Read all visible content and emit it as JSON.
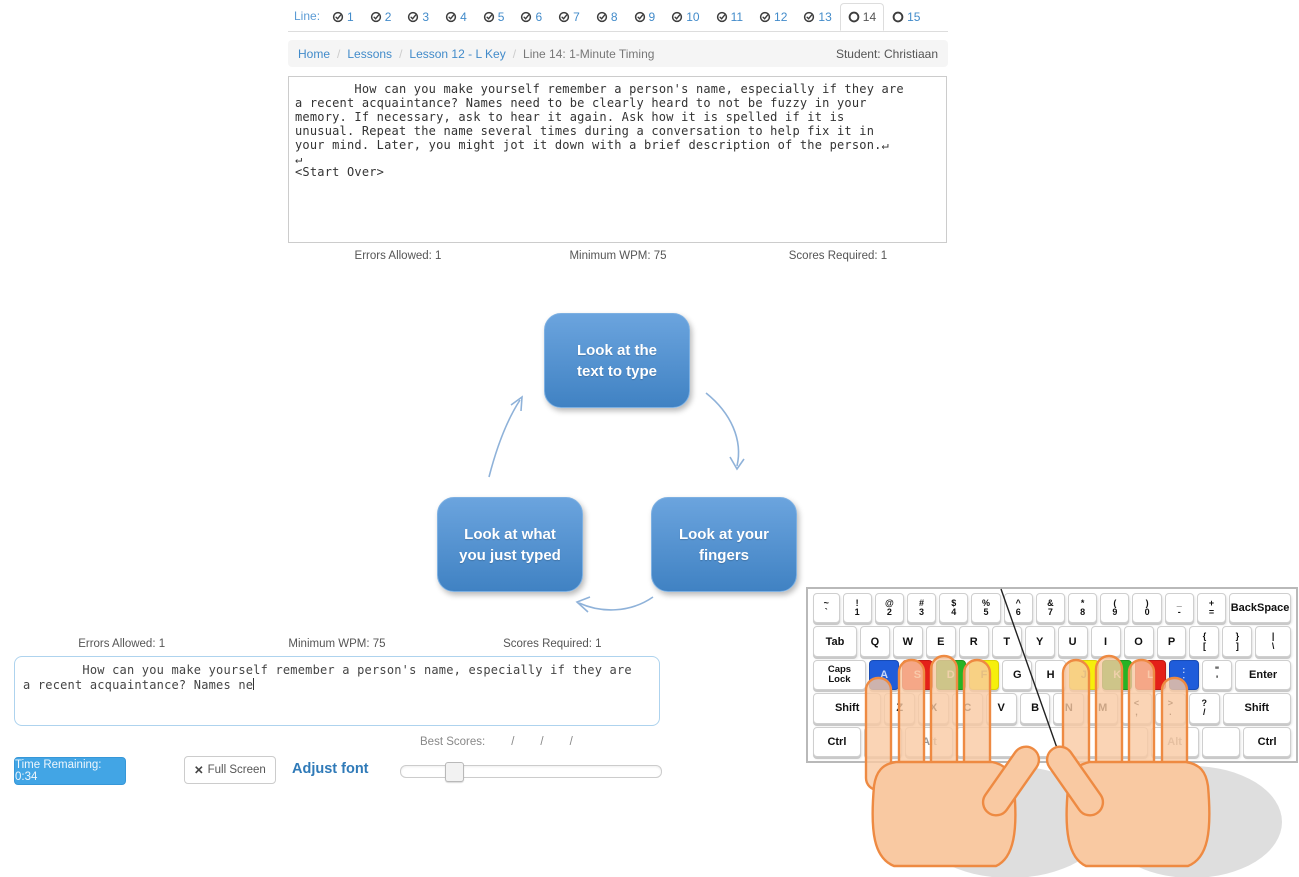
{
  "tabs": {
    "label": "Line:",
    "items": [
      {
        "num": "1",
        "state": "done"
      },
      {
        "num": "2",
        "state": "done"
      },
      {
        "num": "3",
        "state": "done"
      },
      {
        "num": "4",
        "state": "done"
      },
      {
        "num": "5",
        "state": "done"
      },
      {
        "num": "6",
        "state": "done"
      },
      {
        "num": "7",
        "state": "done"
      },
      {
        "num": "8",
        "state": "done"
      },
      {
        "num": "9",
        "state": "done"
      },
      {
        "num": "10",
        "state": "done"
      },
      {
        "num": "11",
        "state": "done"
      },
      {
        "num": "12",
        "state": "done"
      },
      {
        "num": "13",
        "state": "done"
      },
      {
        "num": "14",
        "state": "active"
      },
      {
        "num": "15",
        "state": "todo"
      }
    ]
  },
  "breadcrumb": {
    "links": [
      "Home",
      "Lessons",
      "Lesson 12 - L Key"
    ],
    "separator": "/",
    "current": "Line 14: 1-Minute Timing",
    "student": "Student: Christiaan"
  },
  "lesson": {
    "text": "        How can you make yourself remember a person's name, especially if they are\na recent acquaintance? Names need to be clearly heard to not be fuzzy in your\nmemory. If necessary, ask to hear it again. Ask how it is spelled if it is\nunusual. Repeat the name several times during a conversation to help fix it in\nyour mind. Later, you might jot it down with a brief description of the person.↵\n↵\n<Start Over>"
  },
  "stats": {
    "errors_allowed": "Errors Allowed: 1",
    "minimum_wpm": "Minimum WPM: 75",
    "scores_required": "Scores Required: 1"
  },
  "diagram": {
    "boxes": [
      {
        "line1": "Look at the",
        "line2": "text to type"
      },
      {
        "line1": "Look at what",
        "line2": "you just typed"
      },
      {
        "line1": "Look at your",
        "line2": "fingers"
      }
    ]
  },
  "practice": {
    "typed_text": "        How can you make yourself remember a person's name, especially if they are\na recent acquaintance? Names ne",
    "best_scores_label": "Best Scores:",
    "best_scores": [
      "/",
      "/",
      "/"
    ],
    "time_remaining": "Time Remaining: 0:34",
    "fullscreen_icon": "✕",
    "fullscreen_label": "Full Screen",
    "adjust_font_label": "Adjust font"
  },
  "keyboard": {
    "rows": [
      [
        {
          "top": "~",
          "bottom": "`",
          "w": 0.9,
          "name": "backtick"
        },
        {
          "top": "!",
          "bottom": "1",
          "name": "1"
        },
        {
          "top": "@",
          "bottom": "2",
          "name": "2"
        },
        {
          "top": "#",
          "bottom": "3",
          "name": "3"
        },
        {
          "top": "$",
          "bottom": "4",
          "name": "4"
        },
        {
          "top": "%",
          "bottom": "5",
          "name": "5"
        },
        {
          "top": "^",
          "bottom": "6",
          "name": "6"
        },
        {
          "top": "&",
          "bottom": "7",
          "name": "7"
        },
        {
          "top": "*",
          "bottom": "8",
          "name": "8"
        },
        {
          "top": "(",
          "bottom": "9",
          "name": "9"
        },
        {
          "top": ")",
          "bottom": "0",
          "name": "0"
        },
        {
          "top": "_",
          "bottom": "-",
          "name": "minus"
        },
        {
          "top": "+",
          "bottom": "=",
          "name": "equals"
        },
        {
          "label": "BackSpace",
          "w": 2.2,
          "name": "backspace"
        }
      ],
      [
        {
          "label": "Tab",
          "w": 1.5,
          "name": "tab"
        },
        {
          "label": "Q"
        },
        {
          "label": "W"
        },
        {
          "label": "E"
        },
        {
          "label": "R"
        },
        {
          "label": "T"
        },
        {
          "label": "Y"
        },
        {
          "label": "U"
        },
        {
          "label": "I"
        },
        {
          "label": "O"
        },
        {
          "label": "P"
        },
        {
          "top": "{",
          "bottom": "[",
          "name": "bracket-open"
        },
        {
          "top": "}",
          "bottom": "]",
          "name": "bracket-close"
        },
        {
          "top": "|",
          "bottom": "\\",
          "w": 1.2,
          "name": "backslash"
        }
      ],
      [
        {
          "lines": [
            "Caps",
            "Lock"
          ],
          "w": 1.8,
          "name": "caps-lock"
        },
        {
          "label": "A",
          "color": "blue"
        },
        {
          "label": "S",
          "color": "red"
        },
        {
          "label": "D",
          "color": "green"
        },
        {
          "label": "F",
          "color": "yellow"
        },
        {
          "label": "G"
        },
        {
          "label": "H"
        },
        {
          "label": "J",
          "color": "yellow"
        },
        {
          "label": "K",
          "color": "green"
        },
        {
          "label": "L",
          "color": "red"
        },
        {
          "top": ":",
          "bottom": ";",
          "color": "blue",
          "name": "semicolon"
        },
        {
          "top": "\"",
          "bottom": "'",
          "name": "quote"
        },
        {
          "label": "Enter",
          "w": 1.9,
          "name": "enter"
        }
      ],
      [
        {
          "label": "Shift",
          "w": 2.3,
          "name": "shift-left"
        },
        {
          "label": "Z"
        },
        {
          "label": "X"
        },
        {
          "label": "C"
        },
        {
          "label": "V"
        },
        {
          "label": "B"
        },
        {
          "label": "N"
        },
        {
          "label": "M"
        },
        {
          "top": "<",
          "bottom": ",",
          "name": "comma"
        },
        {
          "top": ">",
          "bottom": ".",
          "name": "period"
        },
        {
          "top": "?",
          "bottom": "/",
          "name": "slash"
        },
        {
          "label": "Shift",
          "w": 2.3,
          "name": "shift-right"
        }
      ],
      [
        {
          "label": "Ctrl",
          "w": 1.5,
          "name": "ctrl-left"
        },
        {
          "label": "",
          "w": 1.2,
          "name": "blank"
        },
        {
          "label": "Alt",
          "w": 1.5,
          "dim": true,
          "name": "alt-left"
        },
        {
          "label": "",
          "w": 6.2,
          "name": "space"
        },
        {
          "label": "Alt",
          "w": 1.5,
          "dim": true,
          "name": "alt-right"
        },
        {
          "label": "",
          "w": 1.2,
          "name": "blank"
        },
        {
          "label": "Ctrl",
          "w": 1.5,
          "name": "ctrl-right"
        }
      ]
    ]
  },
  "colors": {
    "link_blue": "#428bca",
    "button_blue": "#42a5e5",
    "diagram_blue": "#4a8fd3",
    "key_blue": "#1f5cda",
    "key_red": "#e42019",
    "key_green": "#27b324",
    "key_yellow": "#f6ef0b"
  }
}
